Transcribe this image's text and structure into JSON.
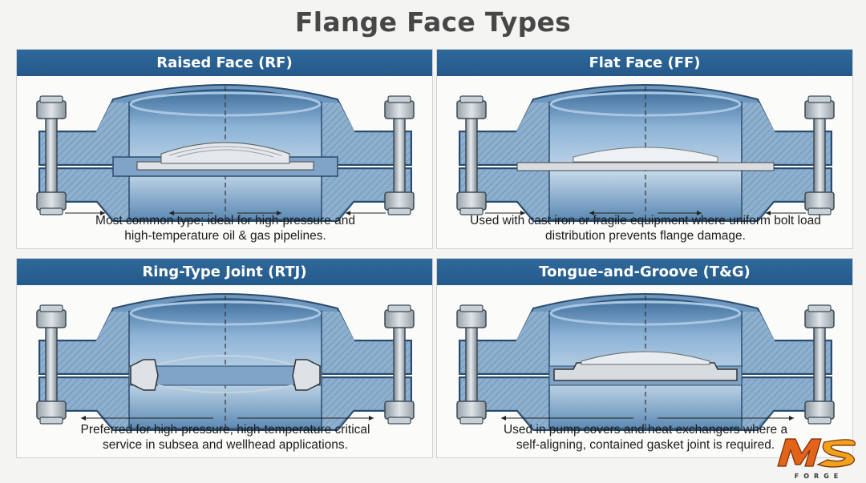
{
  "title": "Flange Face Types",
  "panels": [
    {
      "heading": "Raised Face (RF)",
      "desc1": "Most common type; ideal for high-pressure and",
      "desc2": "high-temperature oil & gas pipelines."
    },
    {
      "heading": "Flat Face (FF)",
      "desc1": "Used with cast iron or fragile equipment where uniform bolt load",
      "desc2": "distribution prevents flange damage."
    },
    {
      "heading": "Ring-Type Joint (RTJ)",
      "desc1": "Preferred for high-pressure, high-temperature critical",
      "desc2": "service in subsea and wellhead applications."
    },
    {
      "heading": "Tongue-and-Groove (T&G)",
      "desc1": "Used in pump covers and heat exchangers where a",
      "desc2": "self-aligning, contained gasket joint is required."
    }
  ],
  "logo": {
    "mark": "MS",
    "sub": "FORGE"
  },
  "colors": {
    "header": "#2a6192",
    "steel": "#6d97bf",
    "steel_dark": "#3d6489",
    "gasket": "#d9dde1"
  }
}
